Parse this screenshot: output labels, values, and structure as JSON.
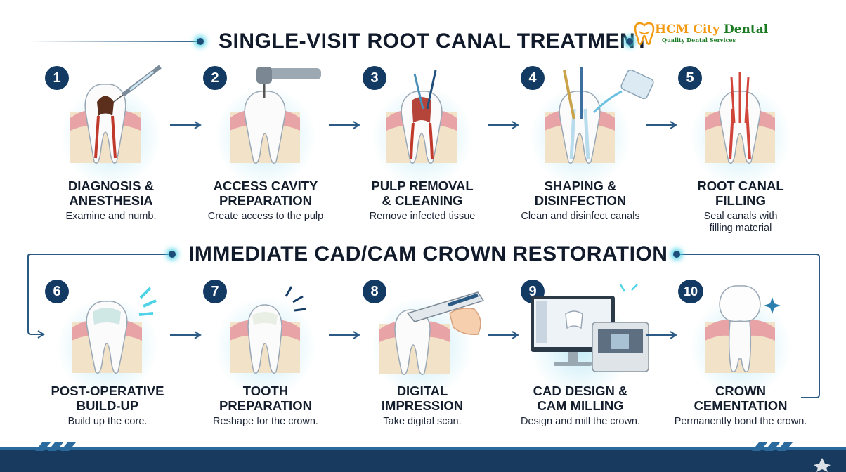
{
  "sections": [
    {
      "title": "SINGLE-VISIT ROOT CANAL TREATMENT"
    },
    {
      "title": "IMMEDIATE CAD/CAM CROWN RESTORATION"
    }
  ],
  "brand": {
    "name_part1": "HCM City",
    "name_part2": " Dental",
    "tagline": "Quality Dental Services"
  },
  "steps": [
    {
      "number": "1",
      "title": "DIAGNOSIS &\nANESTHESIA",
      "desc": "Examine and numb.",
      "illustration": "tooth-with-syringe-icon"
    },
    {
      "number": "2",
      "title": "ACCESS CAVITY\nPREPARATION",
      "desc": "Create access to the pulp",
      "illustration": "tooth-with-drill-icon"
    },
    {
      "number": "3",
      "title": "PULP REMOVAL\n& CLEANING",
      "desc": "Remove infected tissue",
      "illustration": "tooth-with-files-icon"
    },
    {
      "number": "4",
      "title": "SHAPING &\nDISINFECTION",
      "desc": "Clean and disinfect canals",
      "illustration": "tooth-with-irrigation-icon"
    },
    {
      "number": "5",
      "title": "ROOT CANAL\nFILLING",
      "desc": "Seal canals with\nfilling material",
      "illustration": "tooth-with-gutta-percha-icon"
    },
    {
      "number": "6",
      "title": "POST-OPERATIVE\nBUILD-UP",
      "desc": "Build up the core.",
      "illustration": "tooth-buildup-icon"
    },
    {
      "number": "7",
      "title": "TOOTH\nPREPARATION",
      "desc": "Reshape for the crown.",
      "illustration": "tooth-prepared-icon"
    },
    {
      "number": "8",
      "title": "DIGITAL\nIMPRESSION",
      "desc": "Take digital scan.",
      "illustration": "intraoral-scanner-icon"
    },
    {
      "number": "9",
      "title": "CAD DESIGN &\nCAM MILLING",
      "desc": "Design and mill the crown.",
      "illustration": "computer-and-milling-machine-icon"
    },
    {
      "number": "10",
      "title": "CROWN\nCEMENTATION",
      "desc": "Permanently bond the crown.",
      "illustration": "tooth-with-crown-icon"
    }
  ],
  "colors": {
    "badge": "#123a63",
    "accent_glow": "#4fd3e6",
    "brand_green": "#1a7a22",
    "brand_orange": "#f29a11"
  }
}
